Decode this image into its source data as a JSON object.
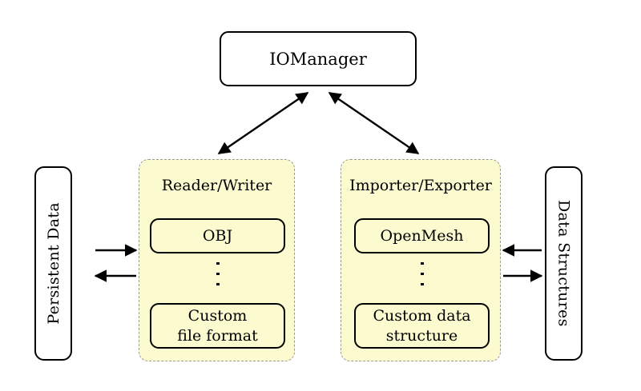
{
  "diagram": {
    "title_node": {
      "label": "IOManager"
    },
    "left_outer": {
      "label": "Persistent Data"
    },
    "right_outer": {
      "label": "Data Structures"
    },
    "panels": [
      {
        "title": "Reader/Writer",
        "items": [
          {
            "label": "OBJ"
          },
          {
            "label": "Custom\nfile format"
          }
        ],
        "ellipsis": "⋮"
      },
      {
        "title": "Importer/Exporter",
        "items": [
          {
            "label": "OpenMesh"
          },
          {
            "label": "Custom data\nstructure"
          }
        ],
        "ellipsis": "⋮"
      }
    ],
    "colors": {
      "panel_fill": "#fcfbd0",
      "panel_border": "#9a9a9a",
      "node_border": "#000000",
      "background": "#ffffff",
      "text": "#000000"
    },
    "connections": [
      {
        "from": "IOManager",
        "to": "Reader/Writer",
        "style": "double-arrow"
      },
      {
        "from": "IOManager",
        "to": "Importer/Exporter",
        "style": "double-arrow"
      },
      {
        "from": "Persistent Data",
        "to": "Reader/Writer",
        "style": "arrow-right"
      },
      {
        "from": "Reader/Writer",
        "to": "Persistent Data",
        "style": "arrow-left"
      },
      {
        "from": "Importer/Exporter",
        "to": "Data Structures",
        "style": "arrow-left"
      },
      {
        "from": "Data Structures",
        "to": "Importer/Exporter",
        "style": "arrow-right"
      }
    ]
  }
}
